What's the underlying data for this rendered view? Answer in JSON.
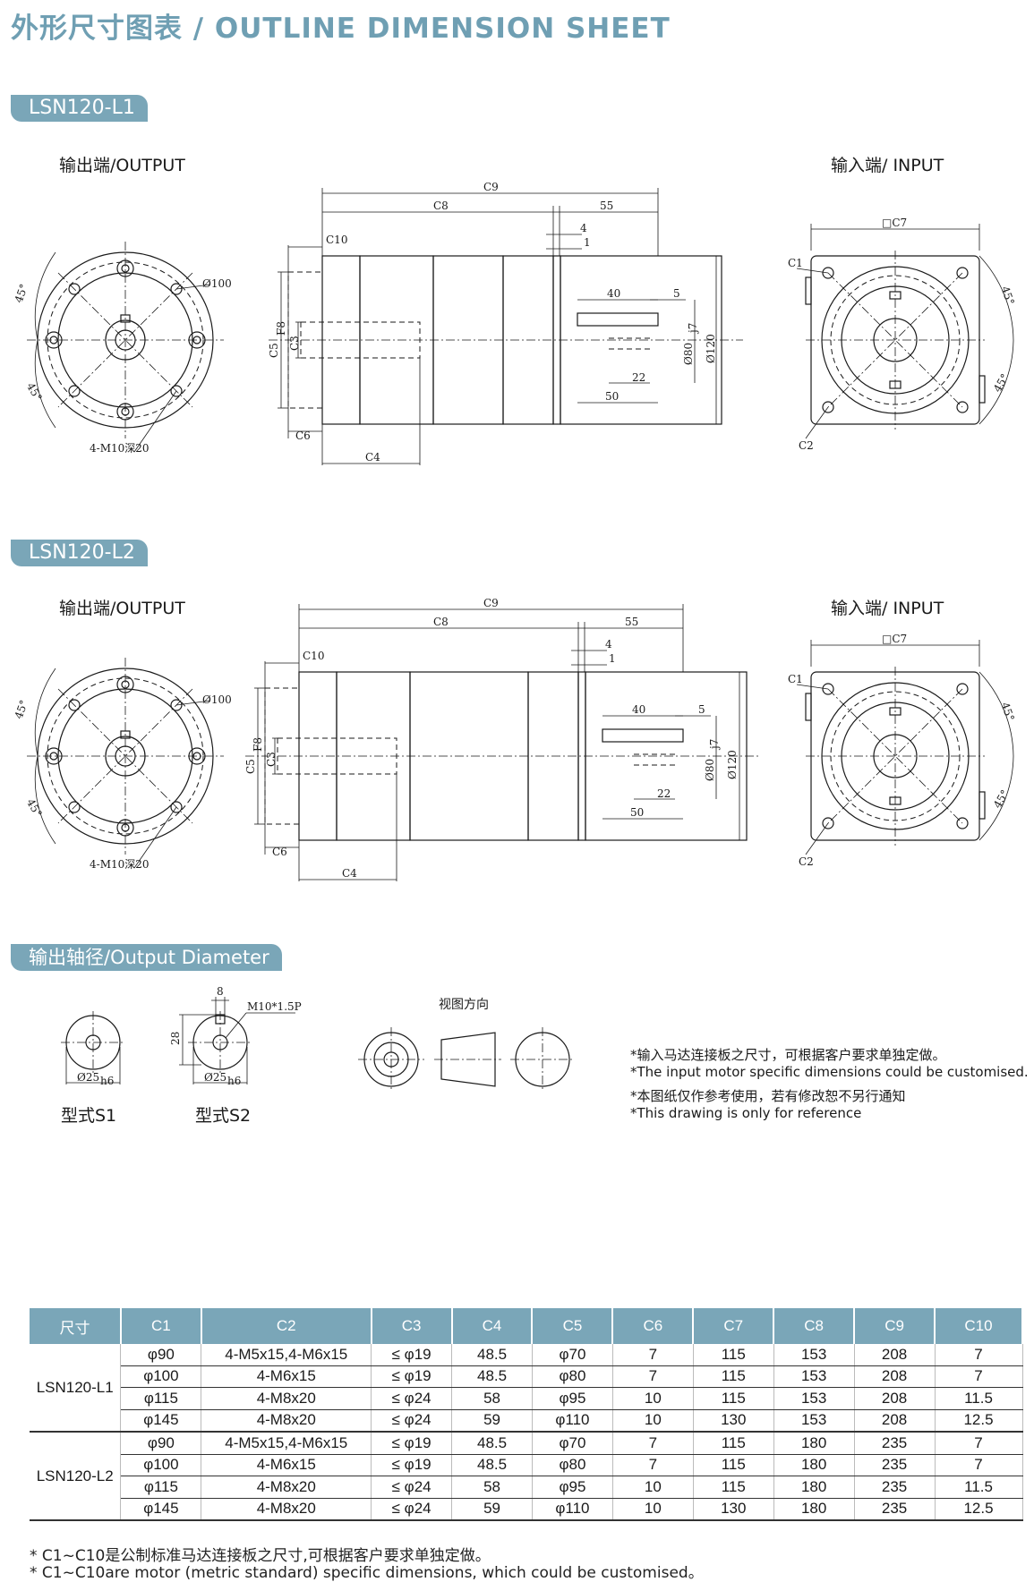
{
  "header": {
    "title": "外形尺寸图表 / OUTLINE DIMENSION SHEET"
  },
  "section_l1": {
    "badge": "LSN120-L1",
    "output_label": "输出端/OUTPUT",
    "input_label": "输入端/ INPUT",
    "dims": {
      "c9": "C9",
      "c8": "C8",
      "d55": "55",
      "d4": "4",
      "d1": "1",
      "c10": "C10",
      "c5": "C5",
      "f8": "F8",
      "c3": "C3",
      "d40": "40",
      "d5": "5",
      "d80": "Ø80",
      "j7": "j7",
      "d120": "Ø120",
      "d22": "22",
      "d50": "50",
      "c6": "C6",
      "c4": "C4",
      "d100": "Ø100",
      "a45a": "45°",
      "a45b": "45°",
      "holes": "4-M10深20",
      "c7": "□C7",
      "c1": "C1",
      "c2": "C2",
      "a45c": "45°",
      "a45d": "45°"
    }
  },
  "section_l2": {
    "badge": "LSN120-L2",
    "output_label": "输出端/OUTPUT",
    "input_label": "输入端/ INPUT",
    "dims": {
      "c9": "C9",
      "c8": "C8",
      "d55": "55",
      "d4": "4",
      "d1": "1",
      "c10": "C10",
      "c5": "C5",
      "f8": "F8",
      "c3": "C3",
      "d40": "40",
      "d5": "5",
      "d80": "Ø80",
      "j7": "j7",
      "d120": "Ø120",
      "d22": "22",
      "d50": "50",
      "c6": "C6",
      "c4": "C4",
      "d100": "Ø100",
      "a45a": "45°",
      "a45b": "45°",
      "holes": "4-M10深20",
      "c7": "□C7",
      "c1": "C1",
      "c2": "C2",
      "a45c": "45°",
      "a45d": "45°"
    }
  },
  "shaft_section": {
    "badge": "输出轴径/Output Diameter",
    "s1_label": "型式S1",
    "s2_label": "型式S2",
    "d25": "Ø25",
    "h6": "h6",
    "d8": "8",
    "d28": "28",
    "thread": "M10*1.5P",
    "view_dir": "视图方向"
  },
  "notes": [
    "*输入马达连接板之尺寸，可根据客户要求单独定做。",
    "*The input motor specific dimensions could be customised.",
    "*本图纸仅作参考使用，若有修改恕不另行通知",
    "*This drawing is only for reference"
  ],
  "table": {
    "headers": [
      "尺寸",
      "C1",
      "C2",
      "C3",
      "C4",
      "C5",
      "C6",
      "C7",
      "C8",
      "C9",
      "C10"
    ],
    "groups": [
      {
        "model": "LSN120-L1",
        "rows": [
          [
            "φ90",
            "4-M5x15,4-M6x15",
            "≤ φ19",
            "48.5",
            "φ70",
            "7",
            "115",
            "153",
            "208",
            "7"
          ],
          [
            "φ100",
            "4-M6x15",
            "≤ φ19",
            "48.5",
            "φ80",
            "7",
            "115",
            "153",
            "208",
            "7"
          ],
          [
            "φ115",
            "4-M8x20",
            "≤ φ24",
            "58",
            "φ95",
            "10",
            "115",
            "153",
            "208",
            "11.5"
          ],
          [
            "φ145",
            "4-M8x20",
            "≤ φ24",
            "59",
            "φ110",
            "10",
            "130",
            "153",
            "208",
            "12.5"
          ]
        ]
      },
      {
        "model": "LSN120-L2",
        "rows": [
          [
            "φ90",
            "4-M5x15,4-M6x15",
            "≤ φ19",
            "48.5",
            "φ70",
            "7",
            "115",
            "180",
            "235",
            "7"
          ],
          [
            "φ100",
            "4-M6x15",
            "≤ φ19",
            "48.5",
            "φ80",
            "7",
            "115",
            "180",
            "235",
            "7"
          ],
          [
            "φ115",
            "4-M8x20",
            "≤ φ24",
            "58",
            "φ95",
            "10",
            "115",
            "180",
            "235",
            "11.5"
          ],
          [
            "φ145",
            "4-M8x20",
            "≤ φ24",
            "59",
            "φ110",
            "10",
            "130",
            "180",
            "235",
            "12.5"
          ]
        ]
      }
    ],
    "footnotes": [
      "* C1~C10是公制标准马达连接板之尺寸,可根据客户要求单独定做。",
      "* C1~C10are motor (metric standard) specific dimensions, which could be customised。"
    ]
  }
}
